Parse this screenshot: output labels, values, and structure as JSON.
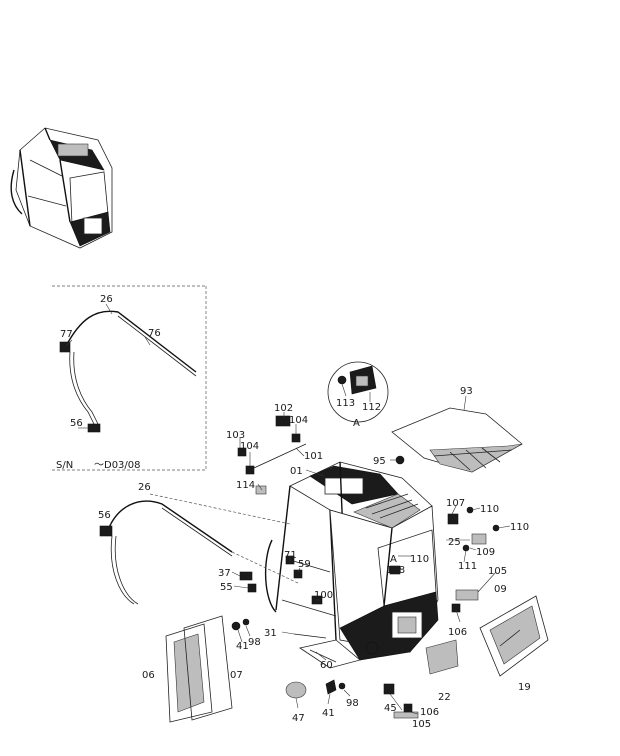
{
  "inset": {
    "serial_label": "S/N",
    "serial_value": "～D03/08"
  },
  "detail_a": {
    "label": "A"
  },
  "callouts": [
    {
      "id": "c26a",
      "text": "26"
    },
    {
      "id": "c77",
      "text": "77"
    },
    {
      "id": "c76",
      "text": "76"
    },
    {
      "id": "c56a",
      "text": "56"
    },
    {
      "id": "c113",
      "text": "113"
    },
    {
      "id": "c112",
      "text": "112"
    },
    {
      "id": "c93",
      "text": "93"
    },
    {
      "id": "c102",
      "text": "102"
    },
    {
      "id": "c104a",
      "text": "104"
    },
    {
      "id": "c103",
      "text": "103"
    },
    {
      "id": "c104b",
      "text": "104"
    },
    {
      "id": "c101",
      "text": "101"
    },
    {
      "id": "c95",
      "text": "95"
    },
    {
      "id": "c01",
      "text": "01"
    },
    {
      "id": "c114",
      "text": "114"
    },
    {
      "id": "c26b",
      "text": "26"
    },
    {
      "id": "c107",
      "text": "107"
    },
    {
      "id": "c110a",
      "text": "110"
    },
    {
      "id": "c110b",
      "text": "110"
    },
    {
      "id": "c25",
      "text": "25"
    },
    {
      "id": "c109",
      "text": "109"
    },
    {
      "id": "c56b",
      "text": "56"
    },
    {
      "id": "cA2",
      "text": "A"
    },
    {
      "id": "c110c",
      "text": "110"
    },
    {
      "id": "c108",
      "text": "108"
    },
    {
      "id": "c111",
      "text": "111"
    },
    {
      "id": "c71",
      "text": "71"
    },
    {
      "id": "c59",
      "text": "59"
    },
    {
      "id": "c37",
      "text": "37"
    },
    {
      "id": "c55",
      "text": "55"
    },
    {
      "id": "c105a",
      "text": "105"
    },
    {
      "id": "c09",
      "text": "09"
    },
    {
      "id": "c100",
      "text": "100"
    },
    {
      "id": "c98a",
      "text": "98"
    },
    {
      "id": "c41a",
      "text": "41"
    },
    {
      "id": "c31",
      "text": "31"
    },
    {
      "id": "c106a",
      "text": "106"
    },
    {
      "id": "c06",
      "text": "06"
    },
    {
      "id": "c07",
      "text": "07"
    },
    {
      "id": "c60",
      "text": "60"
    },
    {
      "id": "c19",
      "text": "19"
    },
    {
      "id": "c22",
      "text": "22"
    },
    {
      "id": "c98b",
      "text": "98"
    },
    {
      "id": "c41b",
      "text": "41"
    },
    {
      "id": "c47",
      "text": "47"
    },
    {
      "id": "c45",
      "text": "45"
    },
    {
      "id": "c106b",
      "text": "106"
    },
    {
      "id": "c105b",
      "text": "105"
    }
  ]
}
